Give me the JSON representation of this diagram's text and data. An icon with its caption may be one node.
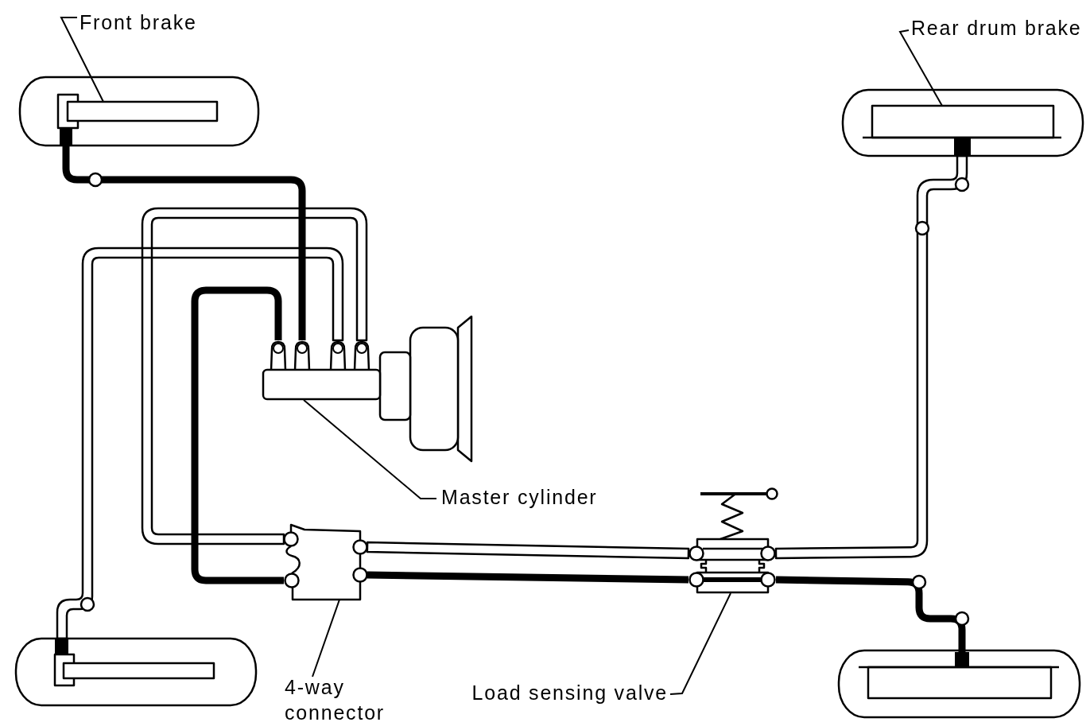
{
  "diagram": {
    "nodes": [
      {
        "text": [
          "Front brake"
        ]
      },
      {
        "text": [],
        "shape": "picture"
      },
      {
        "text": [
          "Rear drum brake"
        ]
      },
      {
        "text": [],
        "shape": "box"
      },
      {
        "text": [],
        "shape": "box"
      },
      {
        "text": [
          "Master cylinder"
        ]
      },
      {
        "text": [],
        "shape": "picture"
      },
      {
        "text": [],
        "shape": "picture"
      },
      {
        "text": [],
        "shape": "picture"
      },
      {
        "text": [],
        "shape": "box"
      },
      {
        "text": [
          "4-way connector"
        ]
      },
      {
        "text": [
          "Load sensing valve"
        ]
      }
    ],
    "edges": [
      {
        "from": 0,
        "to": 1,
        "arrow": "none"
      },
      {
        "from": 2,
        "to": 3,
        "arrow": "none"
      },
      {
        "from": 5,
        "to": 4,
        "arrow": "none"
      },
      {
        "from": 10,
        "to": 6,
        "arrow": "none"
      },
      {
        "from": 11,
        "to": 7,
        "arrow": "none"
      },
      {
        "from": 4,
        "to": 6,
        "arrow": "none",
        "style": "thick"
      },
      {
        "from": 4,
        "to": 1,
        "arrow": "none",
        "style": "thick"
      },
      {
        "from": 4,
        "to": 8,
        "arrow": "none"
      },
      {
        "from": 4,
        "to": 6,
        "arrow": "none"
      },
      {
        "from": 6,
        "to": 7,
        "arrow": "none"
      },
      {
        "from": 6,
        "to": 7,
        "arrow": "none",
        "style": "thick"
      },
      {
        "from": 7,
        "to": 3,
        "arrow": "none"
      },
      {
        "from": 7,
        "to": 9,
        "arrow": "none",
        "style": "thick"
      }
    ]
  }
}
